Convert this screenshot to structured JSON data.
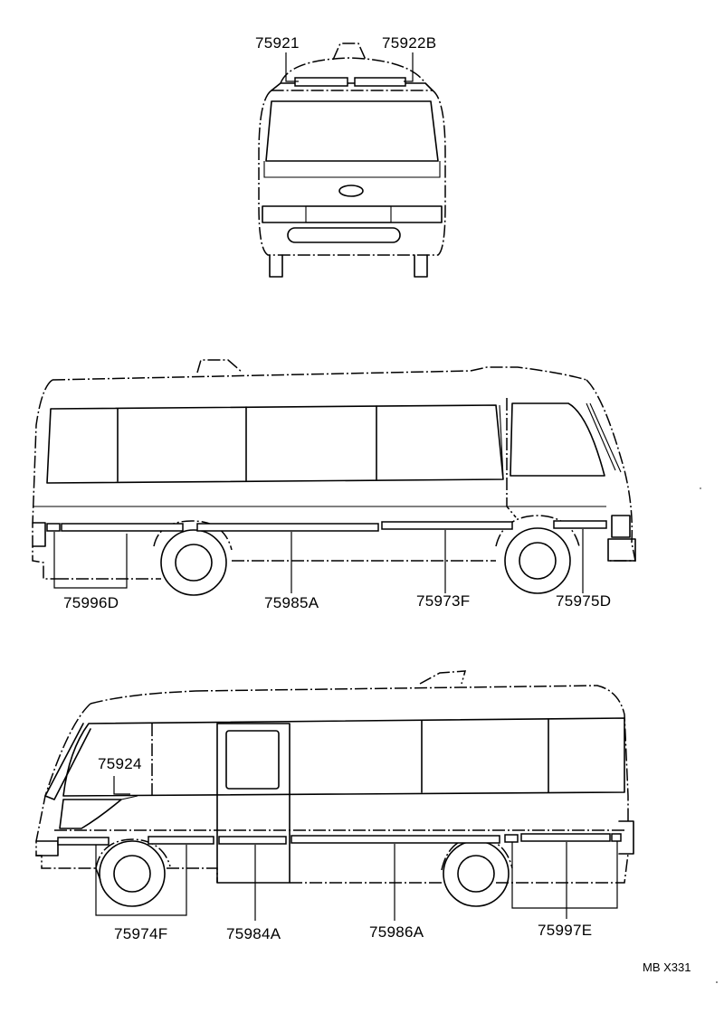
{
  "views": {
    "rear": {
      "labels": [
        "75921",
        "75922B"
      ]
    },
    "right_side": {
      "labels": [
        "75996D",
        "75985A",
        "75973F",
        "75975D"
      ]
    },
    "left_side": {
      "labels": [
        "75924",
        "75974F",
        "75984A",
        "75986A",
        "75997E"
      ]
    }
  },
  "drawing_code": "MB X331"
}
